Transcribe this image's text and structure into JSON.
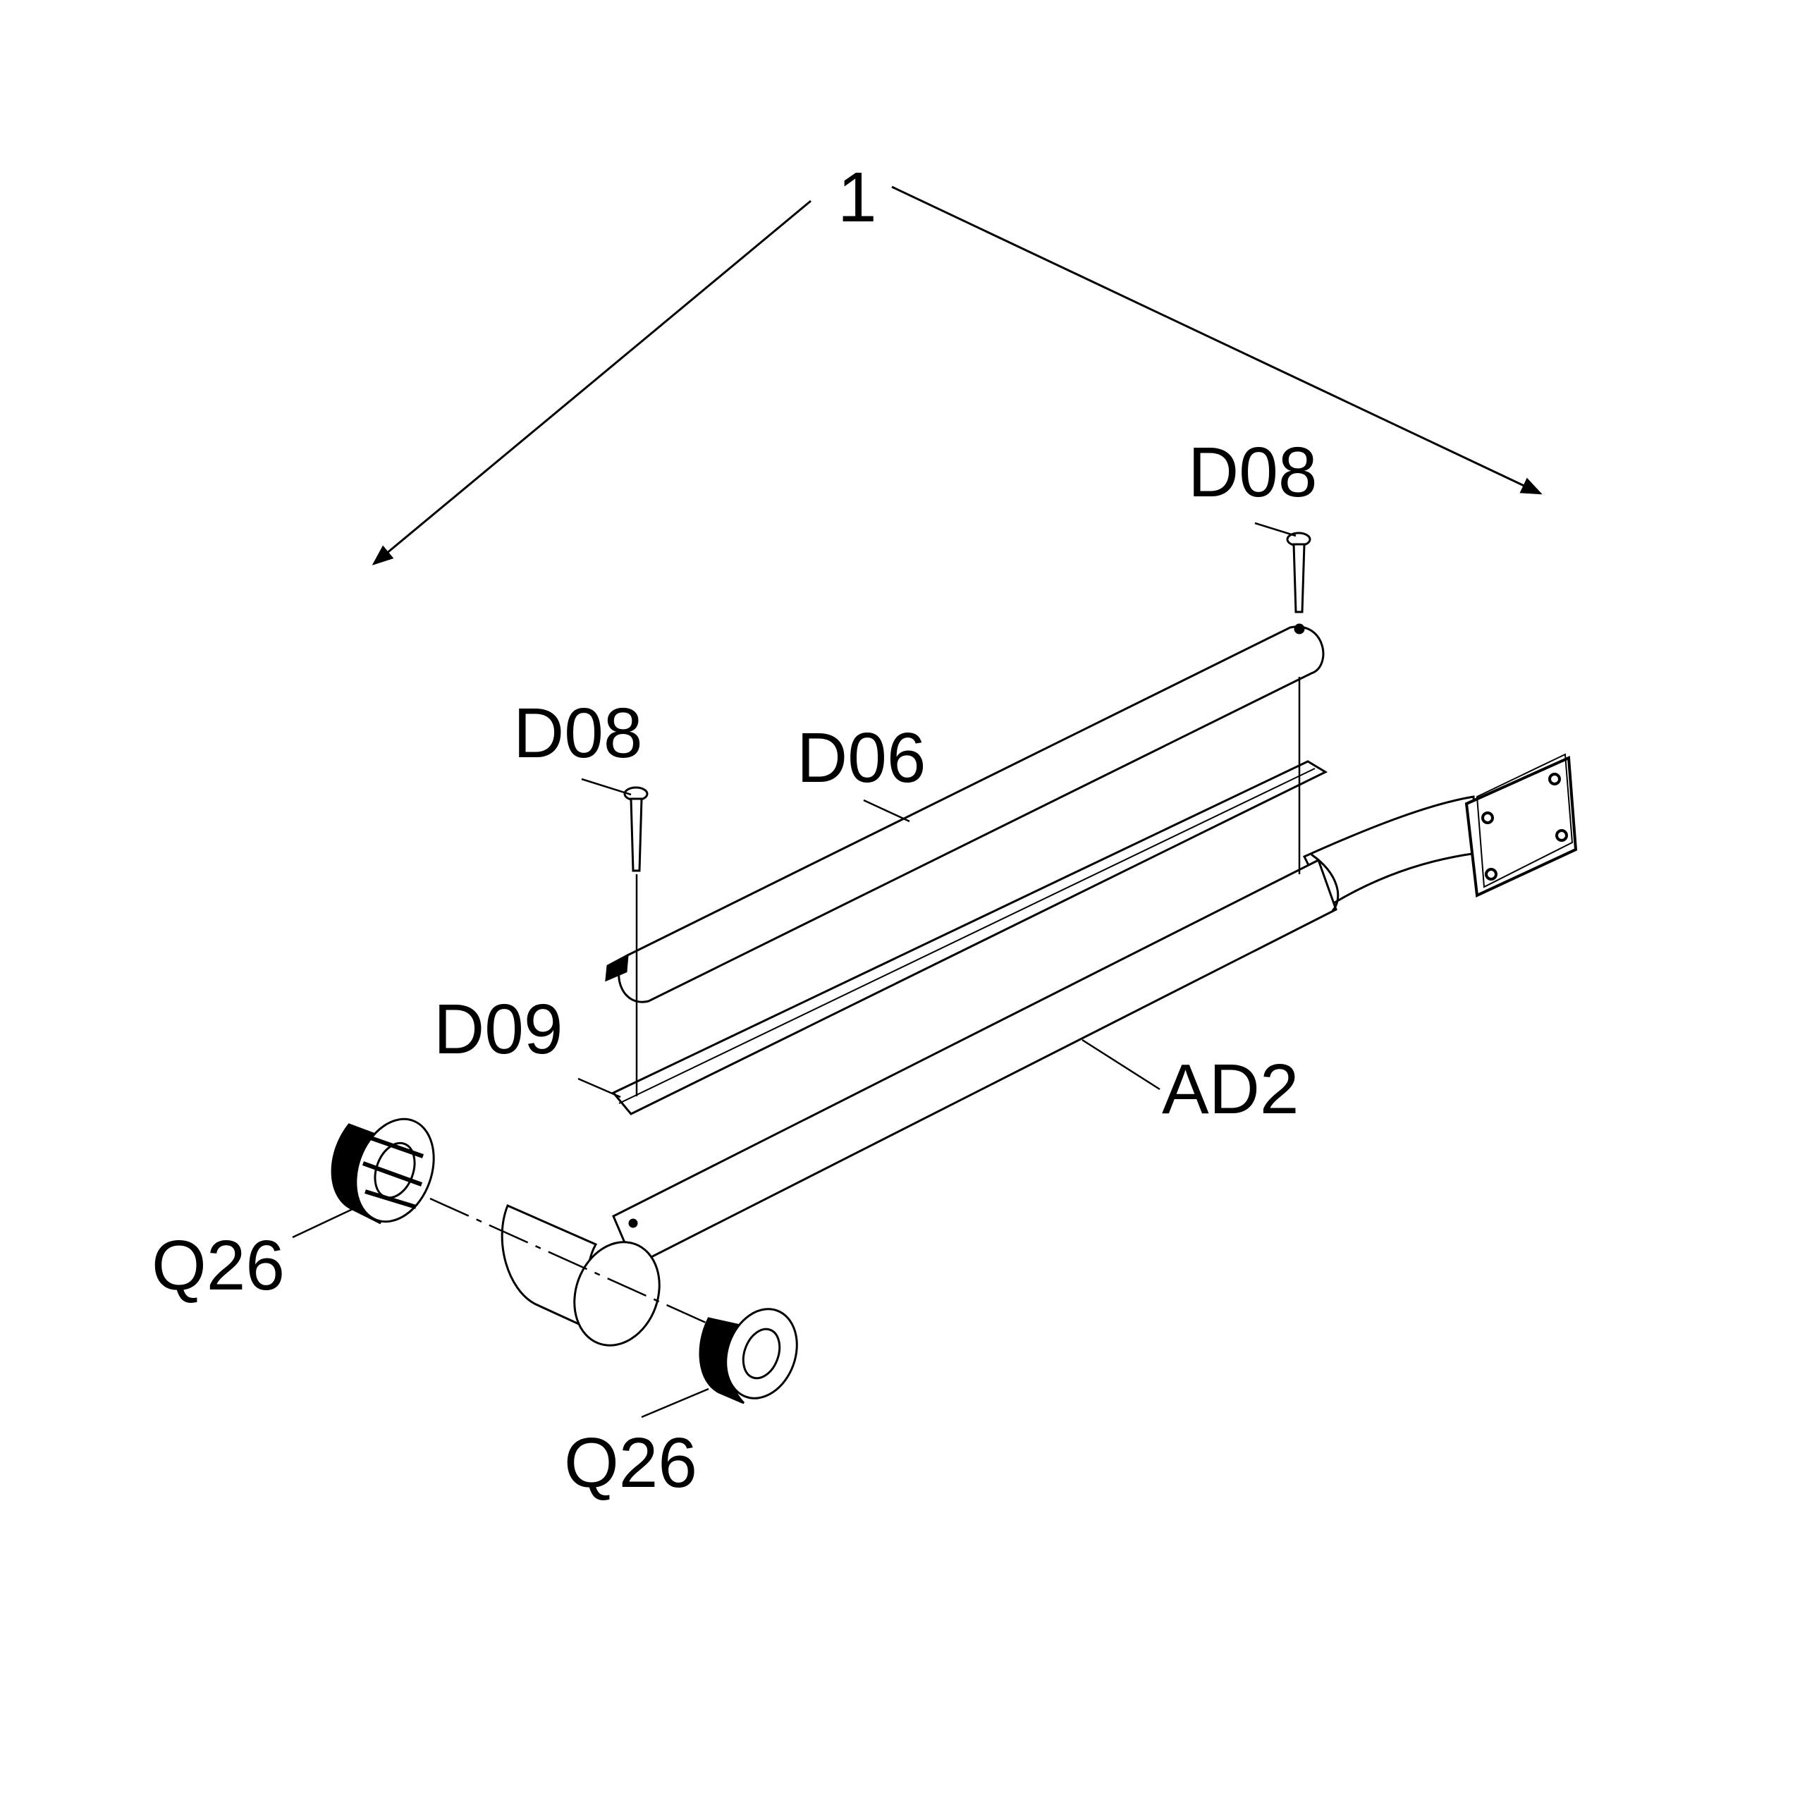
{
  "assembly": {
    "number": "1"
  },
  "callouts": {
    "pin_right": "D08",
    "pin_left": "D08",
    "top_rail": "D06",
    "plate_strip": "D09",
    "main_arm": "AD2",
    "cap_left": "Q26",
    "cap_right": "Q26"
  },
  "colors": {
    "ink": "#000000",
    "paper": "#ffffff"
  }
}
